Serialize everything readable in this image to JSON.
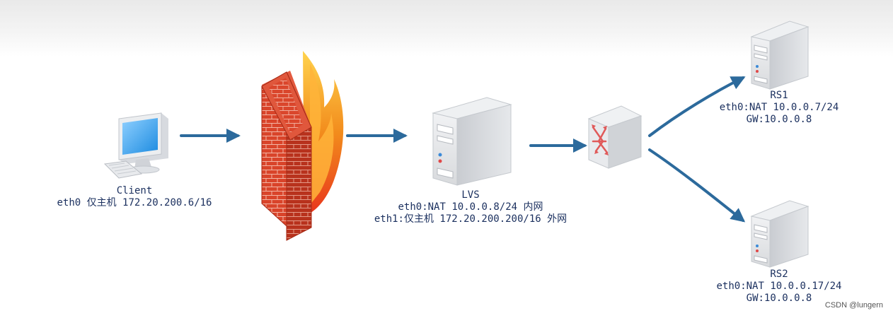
{
  "client": {
    "name": "Client",
    "ip_line": "eth0 仅主机 172.20.200.6/16"
  },
  "lvs": {
    "name": "LVS",
    "eth0_line": "eth0:NAT 10.0.0.8/24 内网",
    "eth1_line": "eth1:仅主机 172.20.200.200/16 外网"
  },
  "rs1": {
    "name": "RS1",
    "eth0_line": "eth0:NAT 10.0.0.7/24",
    "gw_line": "GW:10.0.0.8"
  },
  "rs2": {
    "name": "RS2",
    "eth0_line": "eth0:NAT 10.0.0.17/24",
    "gw_line": "GW:10.0.0.8"
  },
  "watermark": "CSDN @lungern",
  "colors": {
    "arrow": "#2c6a9c",
    "label_text": "#1a2f5e",
    "brick": "#d9442a",
    "flame": "#f28b1c",
    "server_body": "#e3e5e8",
    "switch_arrows": "#e05a5a"
  },
  "icons": [
    "computer-icon",
    "firewall-icon",
    "server-icon",
    "switch-icon"
  ]
}
